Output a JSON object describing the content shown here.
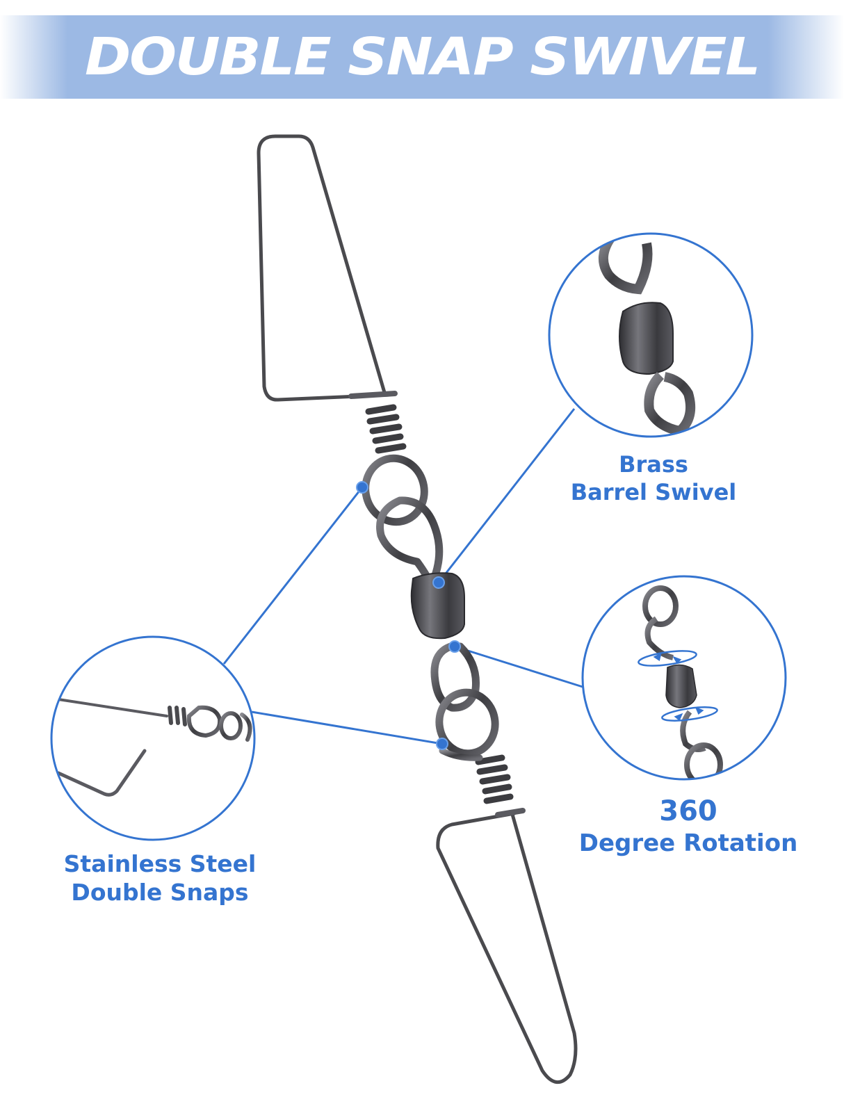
{
  "header": {
    "title": "DOUBLE SNAP SWIVEL"
  },
  "callouts": [
    {
      "id": "brass-barrel-swivel",
      "lines": [
        "Brass",
        "Barrel Swivel"
      ]
    },
    {
      "id": "rotation",
      "lines": [
        "360",
        "Degree Rotation"
      ]
    },
    {
      "id": "stainless-steel-snaps",
      "lines": [
        "Stainless Steel",
        "Double Snaps"
      ]
    }
  ],
  "colors": {
    "accent": "#3474d0",
    "banner": "#9cb9e4",
    "metal": "#4a4a4e",
    "background": "#ffffff"
  },
  "icons": {
    "rotation_arrows": "rotation-arrow-icon"
  }
}
